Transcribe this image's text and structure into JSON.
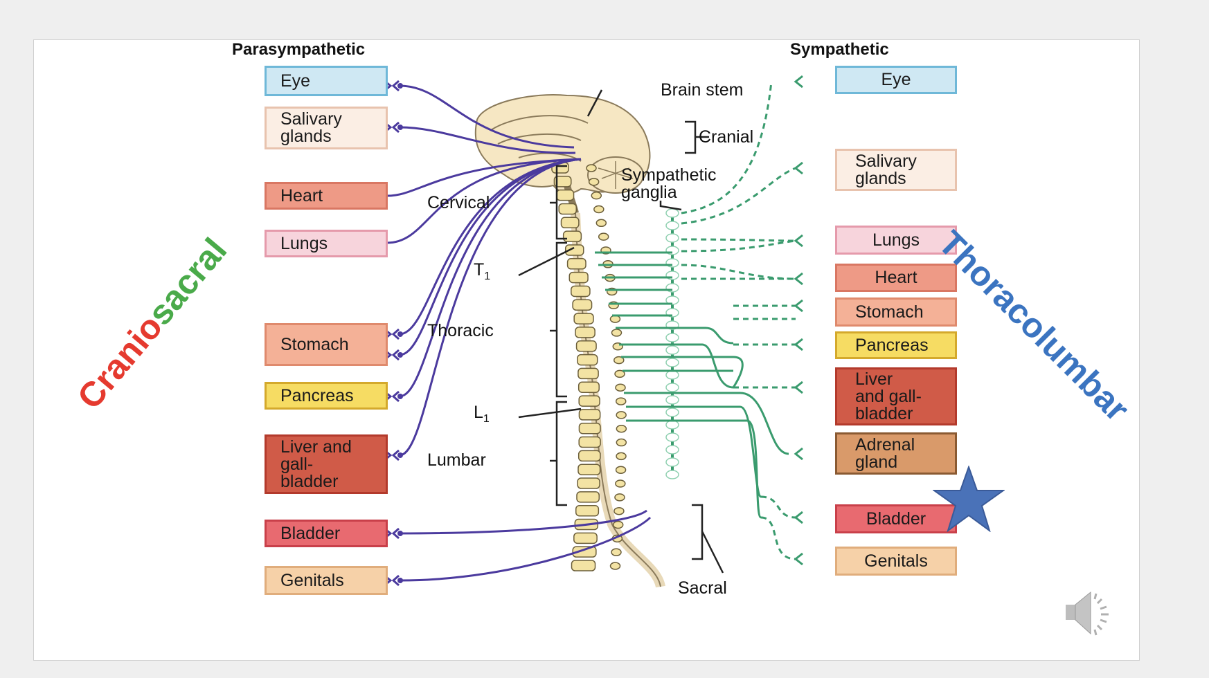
{
  "headers": {
    "left": "Parasympathetic",
    "right": "Sympathetic"
  },
  "left_organs": [
    {
      "label": "Eye",
      "bg": "#cfe8f3",
      "border": "#6fb8d8"
    },
    {
      "label": "Salivary\nglands",
      "bg": "#fbeee4",
      "border": "#e8c3ae"
    },
    {
      "label": "Heart",
      "bg": "#ee9a86",
      "border": "#d97763"
    },
    {
      "label": "Lungs",
      "bg": "#f7d4dc",
      "border": "#e59aab"
    },
    {
      "label": "Stomach",
      "bg": "#f4b197",
      "border": "#df8a6d"
    },
    {
      "label": "Pancreas",
      "bg": "#f6dc63",
      "border": "#d4a92c"
    },
    {
      "label": "Liver and\ngall-\nbladder",
      "bg": "#d05b48",
      "border": "#b33a2c"
    },
    {
      "label": "Bladder",
      "bg": "#e86a70",
      "border": "#c9404a"
    },
    {
      "label": "Genitals",
      "bg": "#f6d1a8",
      "border": "#e0ad7c"
    }
  ],
  "right_organs": [
    {
      "label": "Eye",
      "bg": "#cfe8f3",
      "border": "#6fb8d8"
    },
    {
      "label": "Salivary\nglands",
      "bg": "#fbeee4",
      "border": "#e8c3ae"
    },
    {
      "label": "Lungs",
      "bg": "#f7d4dc",
      "border": "#e59aab"
    },
    {
      "label": "Heart",
      "bg": "#ee9a86",
      "border": "#d97763"
    },
    {
      "label": "Stomach",
      "bg": "#f4b197",
      "border": "#df8a6d"
    },
    {
      "label": "Pancreas",
      "bg": "#f6dc63",
      "border": "#d4a92c"
    },
    {
      "label": "Liver\nand gall-\nbladder",
      "bg": "#d05b48",
      "border": "#b33a2c"
    },
    {
      "label": "Adrenal\ngland",
      "bg": "#d99a6a",
      "border": "#8a5a32"
    },
    {
      "label": "Bladder",
      "bg": "#e86a70",
      "border": "#c9404a"
    },
    {
      "label": "Genitals",
      "bg": "#f6d1a8",
      "border": "#e0ad7c"
    }
  ],
  "labels": {
    "brain_stem": "Brain stem",
    "cranial": "Cranial",
    "sympathetic_ganglia": "Sympathetic\nganglia",
    "cervical": "Cervical",
    "t1": "T",
    "t1_sub": "1",
    "thoracic": "Thoracic",
    "l1": "L",
    "l1_sub": "1",
    "lumbar": "Lumbar",
    "sacral": "Sacral"
  },
  "side_words": {
    "left_part1": "Cranio",
    "left_part2": "sacral",
    "right": "Thoracolumbar"
  },
  "colors": {
    "parasympathetic": "#4b3a9e",
    "sympathetic": "#3a9b6e",
    "cranio": "#e53a2f",
    "sacral": "#4aaa4a",
    "thoracolumbar": "#3b74c0",
    "star": "#4a72b8",
    "brain": "#f6e7c3",
    "vertebra": "#f3e3a4"
  },
  "icons": {
    "star": "star-icon",
    "speaker": "speaker-icon"
  }
}
